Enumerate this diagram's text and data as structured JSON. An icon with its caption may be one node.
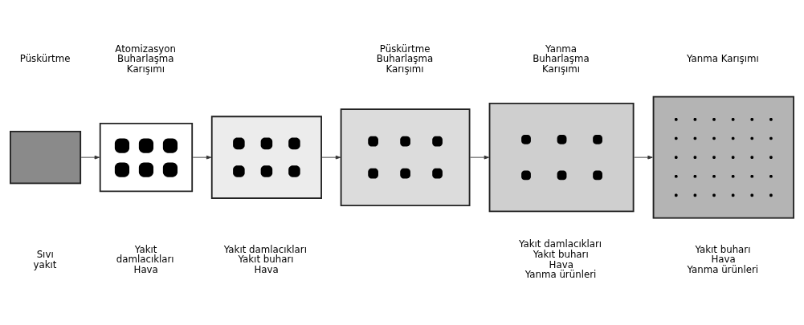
{
  "diagram": {
    "nodes": [
      {
        "text": [],
        "shape": "box"
      },
      {
        "text": [],
        "shape": "box"
      },
      {
        "text": [],
        "shape": "box"
      },
      {
        "text": [],
        "shape": "box"
      },
      {
        "text": [],
        "shape": "box"
      },
      {
        "text": [],
        "shape": "box"
      }
    ],
    "edges": [
      {
        "from": 0,
        "to": 1,
        "arrow": "to"
      },
      {
        "from": 1,
        "to": 2,
        "arrow": "to"
      },
      {
        "from": 2,
        "to": 3,
        "arrow": "to"
      },
      {
        "from": 3,
        "to": 4,
        "arrow": "to"
      },
      {
        "from": 4,
        "to": 5,
        "arrow": "to"
      }
    ],
    "labels": [
      "Püskürtme",
      "Atomizasyon Buharlaşma Karışımı",
      "Püskürtme Buharlaşma Karışımı",
      "Yanma Buharlaşma Karışımı",
      "Yanma Karışımı",
      "Sıvı yakıt",
      "Yakıt damlacıkları Hava",
      "Yakıt damlacıkları Yakıt buharı Hava",
      "Yakıt damlacıkları Yakıt buharı Hava Yanma ürünleri",
      "Yakıt buharı Hava Yanma ürünleri"
    ]
  }
}
